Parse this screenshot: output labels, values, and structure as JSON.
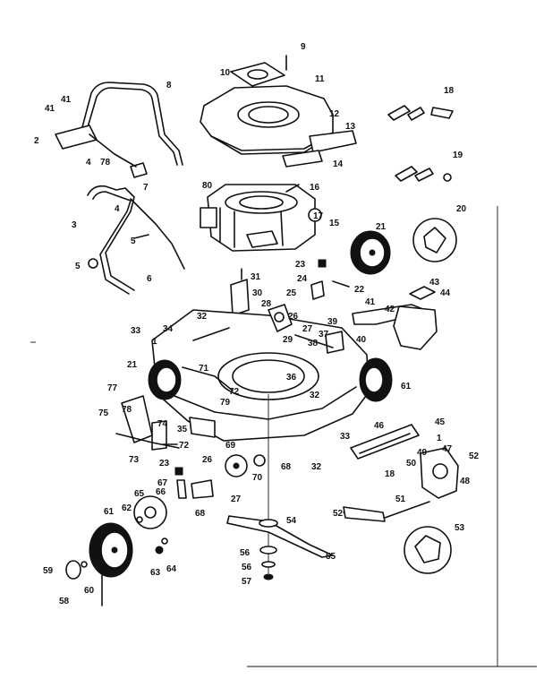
{
  "callouts": [
    "9",
    "10",
    "11",
    "12",
    "13",
    "14",
    "18",
    "19",
    "41",
    "41",
    "2",
    "4",
    "78",
    "8",
    "7",
    "80",
    "16",
    "17",
    "15",
    "21",
    "20",
    "4",
    "3",
    "5",
    "5",
    "6",
    "23",
    "24",
    "25",
    "22",
    "31",
    "30",
    "41",
    "43",
    "44",
    "42",
    "32",
    "33",
    "34",
    "1",
    "28",
    "26",
    "27",
    "29",
    "37",
    "39",
    "38",
    "40",
    "21",
    "71",
    "36",
    "72",
    "32",
    "61",
    "77",
    "79",
    "78",
    "75",
    "74",
    "35",
    "72",
    "73",
    "33",
    "46",
    "45",
    "1",
    "47",
    "52",
    "50",
    "49",
    "48",
    "18",
    "26",
    "69",
    "70",
    "68",
    "32",
    "23",
    "67",
    "65",
    "66",
    "27",
    "68",
    "62",
    "61",
    "63",
    "64",
    "54",
    "55",
    "56",
    "56",
    "57",
    "59",
    "60",
    "58",
    "52",
    "51",
    "53"
  ]
}
